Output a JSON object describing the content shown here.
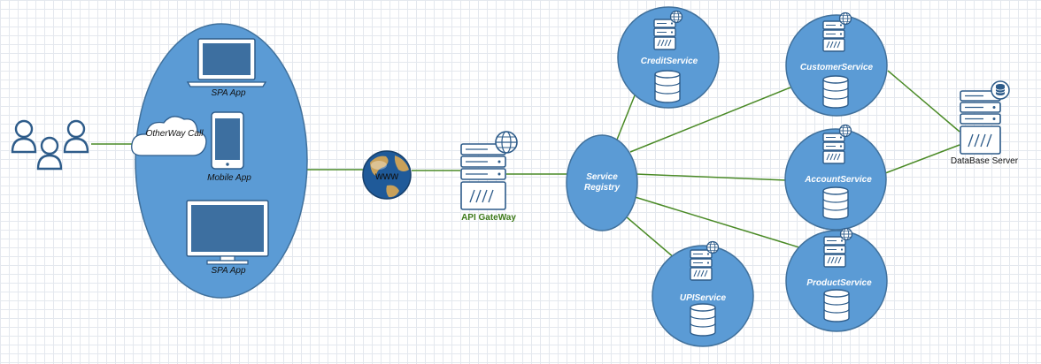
{
  "colors": {
    "node_fill": "#5b9bd5",
    "node_stroke": "#41719c",
    "connector": "#4a8a26",
    "icon_blue": "#2e5c8a"
  },
  "client_group": {
    "spa_app_top_label": "SPA App",
    "cloud_label": "OtherWay Call",
    "mobile_app_label": "Mobile App",
    "spa_app_bottom_label": "SPA App"
  },
  "internet": {
    "label": "www"
  },
  "gateway": {
    "label": "API GateWay"
  },
  "registry": {
    "label_line1": "Service",
    "label_line2": "Registry"
  },
  "services": {
    "credit": "CreditService",
    "customer": "CustomerService",
    "account": "AccountService",
    "product": "ProductService",
    "upi": "UPIService"
  },
  "database_server": {
    "label": "DataBase Server"
  },
  "icons": [
    "users-icon",
    "laptop-icon",
    "cloud-icon",
    "mobile-phone-icon",
    "monitor-icon",
    "globe-icon",
    "server-icon",
    "database-icon"
  ]
}
